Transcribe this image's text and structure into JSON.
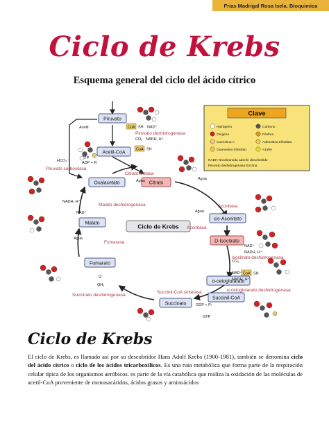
{
  "author": "Frias Madrigal Rosa Isela. Bioquimica",
  "title": "Ciclo de Krebs",
  "subtitle": "Esquema general del ciclo del ácido cítrico",
  "diagram": {
    "center_label": "Ciclo de Krebs",
    "metabolites": {
      "piruvato": "Piruvato",
      "acetil_coa": "Acetil-CoA",
      "citrato": "Citrato",
      "cis_aconitato": "cis-Aconitato",
      "d_isocitrato": "D-Isocitrato",
      "alfa_cetoglutarato": "α-cetoglutarato",
      "succinil_coa": "Succinil-CoA",
      "succinato": "Succinato",
      "fumarato": "Fumarato",
      "malato": "Malato",
      "oxalacetato": "Oxalacetato"
    },
    "enzymes": {
      "piruvato_deshidrogenasa": "Piruvato deshidrogenasa",
      "piruvato_carboxilasa": "Piruvato carboxilasa",
      "citrato_sintasa": "Citrato sintasa",
      "aconitasa_1": "Aconitasa",
      "aconitasa_2": "Aconitasa",
      "isocitrato_deshidrogenasa": "Isocitrato deshidrogenasa",
      "alfa_cetoglutarato_deshidrogenasa": "α-cetoglutarato deshidrogenasa",
      "succinil_coa_sintetasa": "Succinil-CoA sintetasa",
      "succinato_deshidrogenasa": "Succinato deshidrogenasa",
      "fumarasa": "Fumarasa",
      "malato_deshidrogenasa": "Malato deshidrogenasa"
    },
    "cofactors": {
      "acetil": "Acetil",
      "coa": "CoA",
      "sh": "SH",
      "nad_plus": "NAD⁺",
      "nadh_h": "NADH, H⁺",
      "co2": "CO₂",
      "hco3": "HCO₃⁻",
      "atp": "ATP",
      "adp_pi": "ADP + Pᵢ",
      "gdp_pi": "GDP + Pᵢ",
      "gtp": "GTP",
      "agua": "Agua",
      "q": "Q",
      "qh2": "QH₂"
    },
    "legend": {
      "title": "Clave",
      "items": [
        {
          "label": "Hidrógeno",
          "color": "#ffffff"
        },
        {
          "label": "Carbono",
          "color": "#555555"
        },
        {
          "label": "Oxígeno",
          "color": "#d42020"
        },
        {
          "label": "Fósforo",
          "color": "#e8941a"
        },
        {
          "label": "Coenzima A",
          "color": "#e8c870"
        },
        {
          "label": "Adenosina trifosfato",
          "color": "#f2c84a"
        },
        {
          "label": "Guanosina trifosfato",
          "color": "#f2c84a"
        },
        {
          "label": "Azufre",
          "color": "#e8e020"
        }
      ],
      "footer_1": "NADH  Nicotinamida adenín dinucleótido",
      "footer_2": "Piruvato deshidrogenasa   Enzima"
    }
  },
  "section_title": "Ciclo de Krebs",
  "paragraph": [
    {
      "text": "El ciclo de Krebs, es llamado así por su descubridor Hans Adolf Krebs (1900-1981), también se denomina ",
      "bold": false
    },
    {
      "text": "ciclo del ácido cítrico",
      "bold": true
    },
    {
      "text": " o ",
      "bold": false
    },
    {
      "text": "ciclo de los ácidos tricarboxílicos",
      "bold": true
    },
    {
      "text": ". Es una ruta metabólica que forma parte de la respiración celular típica de los organismos aeróbicos. es parte de la vía catabólica que realiza la oxidación de las moléculas de acetil-CoA proveniente de monosacáridos, ácidos grasos y aminoácidos",
      "bold": false
    }
  ],
  "colors": {
    "title": "#c0123c",
    "author_bg": "#e9b23a",
    "metabolite_fill": "#dde3f2",
    "metabolite_stroke": "#4a5a8a",
    "citrato_fill": "#f3b6b6",
    "enzyme_text": "#a83a48",
    "legend_bg": "#f7e37a",
    "legend_title_bg": "#f0a51e"
  }
}
